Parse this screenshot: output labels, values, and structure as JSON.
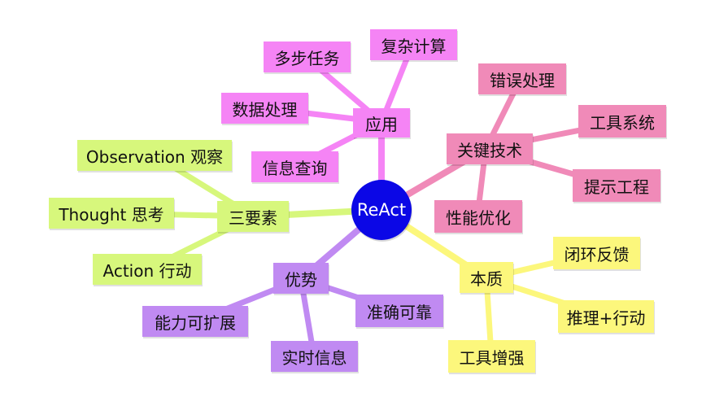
{
  "center": {
    "label": "ReAct",
    "color": "#0b07e6"
  },
  "colors": {
    "app": "#f584f5",
    "tech": "#f08ab8",
    "elements": "#d7f77c",
    "advantages": "#c08af2",
    "essence": "#fcf77c"
  },
  "branches": {
    "app": {
      "label": "应用",
      "children": [
        "复杂计算",
        "多步任务",
        "数据处理",
        "信息查询"
      ]
    },
    "tech": {
      "label": "关键技术",
      "children": [
        "错误处理",
        "工具系统",
        "提示工程",
        "性能优化"
      ]
    },
    "elements": {
      "label": "三要素",
      "children": [
        "Observation 观察",
        "Thought 思考",
        "Action 行动"
      ]
    },
    "advantages": {
      "label": "优势",
      "children": [
        "能力可扩展",
        "实时信息",
        "准确可靠"
      ]
    },
    "essence": {
      "label": "本质",
      "children": [
        "闭环反馈",
        "推理+行动",
        "工具增强"
      ]
    }
  }
}
